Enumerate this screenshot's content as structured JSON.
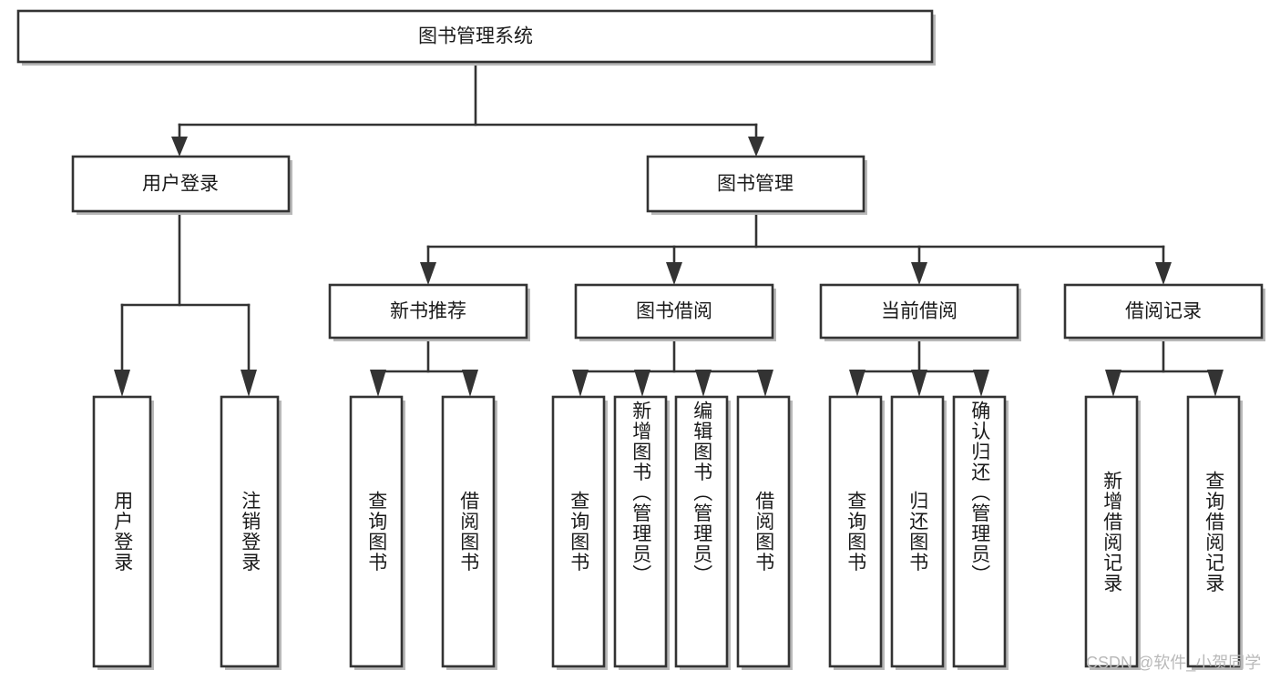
{
  "diagram": {
    "type": "tree",
    "title": "图书管理系统",
    "orientation": "top-down",
    "style": {
      "box_fill": "#ffffff",
      "box_stroke": "#333333",
      "connector_color": "#333333",
      "text_color": "#1a1a1a",
      "background": "#ffffff",
      "watermark_color": "#b9b9b9"
    },
    "root": {
      "id": "root",
      "label": "图书管理系统",
      "orientation": "horizontal"
    },
    "level2": [
      {
        "id": "user-login",
        "label": "用户登录",
        "orientation": "horizontal"
      },
      {
        "id": "book-manage",
        "label": "图书管理",
        "orientation": "horizontal"
      }
    ],
    "level3": [
      {
        "id": "new-book-recommend",
        "label": "新书推荐",
        "parent": "book-manage",
        "orientation": "horizontal"
      },
      {
        "id": "book-borrow",
        "label": "图书借阅",
        "parent": "book-manage",
        "orientation": "horizontal"
      },
      {
        "id": "current-borrow",
        "label": "当前借阅",
        "parent": "book-manage",
        "orientation": "horizontal"
      },
      {
        "id": "borrow-record",
        "label": "借阅记录",
        "parent": "book-manage",
        "orientation": "horizontal"
      }
    ],
    "leaves": [
      {
        "id": "leaf-user-login",
        "label": "用户登录",
        "parent": "user-login",
        "orientation": "vertical"
      },
      {
        "id": "leaf-user-logout",
        "label": "注销登录",
        "parent": "user-login",
        "orientation": "vertical"
      },
      {
        "id": "leaf-query-book-nbr",
        "label": "查询图书",
        "parent": "new-book-recommend",
        "orientation": "vertical"
      },
      {
        "id": "leaf-borrow-book-nbr",
        "label": "借阅图书",
        "parent": "new-book-recommend",
        "orientation": "vertical"
      },
      {
        "id": "leaf-query-book-bb",
        "label": "查询图书",
        "parent": "book-borrow",
        "orientation": "vertical"
      },
      {
        "id": "leaf-add-book",
        "label": "新增图书（管理员）",
        "parent": "book-borrow",
        "orientation": "vertical"
      },
      {
        "id": "leaf-edit-book",
        "label": "编辑图书（管理员）",
        "parent": "book-borrow",
        "orientation": "vertical"
      },
      {
        "id": "leaf-borrow-book-bb",
        "label": "借阅图书",
        "parent": "book-borrow",
        "orientation": "vertical"
      },
      {
        "id": "leaf-query-book-cb",
        "label": "查询图书",
        "parent": "current-borrow",
        "orientation": "vertical"
      },
      {
        "id": "leaf-return-book",
        "label": "归还图书",
        "parent": "current-borrow",
        "orientation": "vertical"
      },
      {
        "id": "leaf-confirm-return",
        "label": "确认归还（管理员）",
        "parent": "current-borrow",
        "orientation": "vertical"
      },
      {
        "id": "leaf-add-record",
        "label": "新增借阅记录",
        "parent": "borrow-record",
        "orientation": "vertical"
      },
      {
        "id": "leaf-query-record",
        "label": "查询借阅记录",
        "parent": "borrow-record",
        "orientation": "vertical"
      }
    ],
    "watermark": "CSDN @软件_小贺同学"
  }
}
